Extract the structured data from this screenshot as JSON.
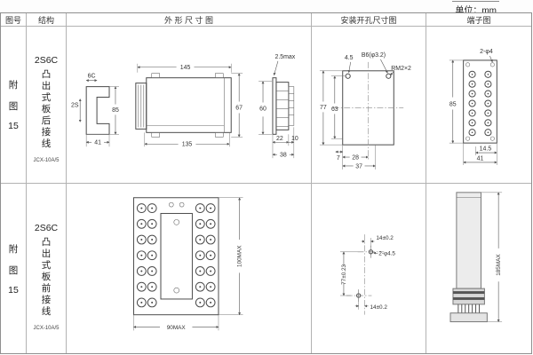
{
  "unit_label": "单位：mm",
  "columns": {
    "fig": "图号",
    "structure": "结构",
    "outline": "外 形 尺 寸 图",
    "mounting": "安装开孔尺寸图",
    "terminal": "端子图"
  },
  "rows": [
    {
      "fig": [
        "附",
        "图",
        "15"
      ],
      "type": "2S6C",
      "struct_chars": [
        "凸",
        "出",
        "式",
        "板",
        "后",
        "接",
        "线"
      ],
      "model": "JCX-10A/5",
      "outline": {
        "step_top": "6C",
        "step_side": "2S",
        "height": "85",
        "width": "41",
        "top": "145",
        "bottom": "135",
        "side_h": "67",
        "flange_h": "60",
        "flange_t": "2.5max",
        "d22": "22",
        "d10": "10",
        "d38": "38"
      },
      "mounting": {
        "hole_off": "4.5",
        "screw": "B6(φ3.2)",
        "stud": "RM2×2",
        "h_out": "77",
        "h_in": "63",
        "off": "7",
        "w_in": "28",
        "w_out": "37"
      },
      "terminal": {
        "holes": "2-φ4",
        "height": "85",
        "pitch": "14.5",
        "width": "41"
      }
    },
    {
      "fig": [
        "附",
        "图",
        "15"
      ],
      "type": "2S6C",
      "struct_chars": [
        "凸",
        "出",
        "式",
        "板",
        "前",
        "接",
        "线"
      ],
      "model": "JCX-10A/5",
      "outline": {
        "width": "90MAX",
        "height": "100MAX"
      },
      "mounting": {
        "top": "14±0.2",
        "holes": "2-φ4.5",
        "height": "77±0.23",
        "bottom": "14±0.2"
      },
      "terminal": {
        "height": "185MAX"
      }
    }
  ]
}
